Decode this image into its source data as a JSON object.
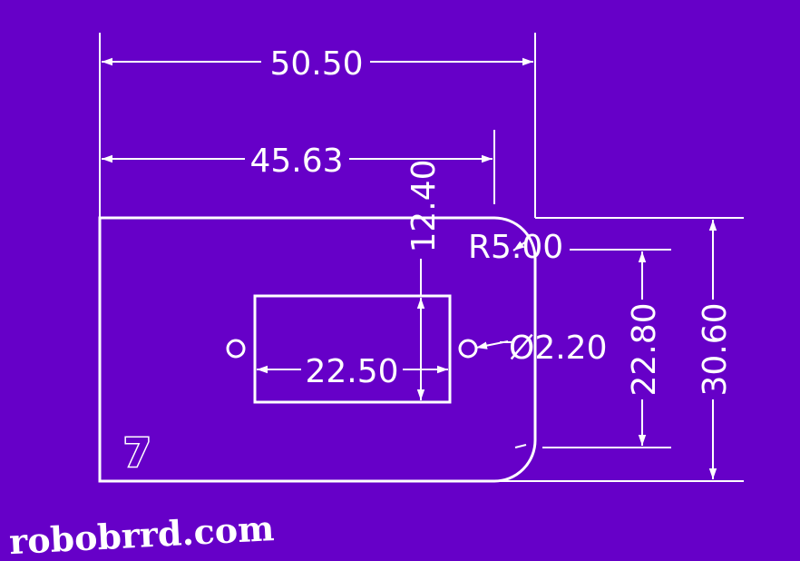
{
  "colors": {
    "background": "#6600c8",
    "line": "#ffffff"
  },
  "drawing": {
    "dimensions": {
      "overall_width": "50.50",
      "hole_center_width": "45.63",
      "hole_offset": "12.40",
      "corner_radius": "R5.00",
      "slot_width": "22.50",
      "hole_diameter": "Ø2.20",
      "slot_height": "22.80",
      "overall_height": "30.60"
    },
    "part_number": "7"
  },
  "brand": {
    "website": "robobrrd.com"
  }
}
